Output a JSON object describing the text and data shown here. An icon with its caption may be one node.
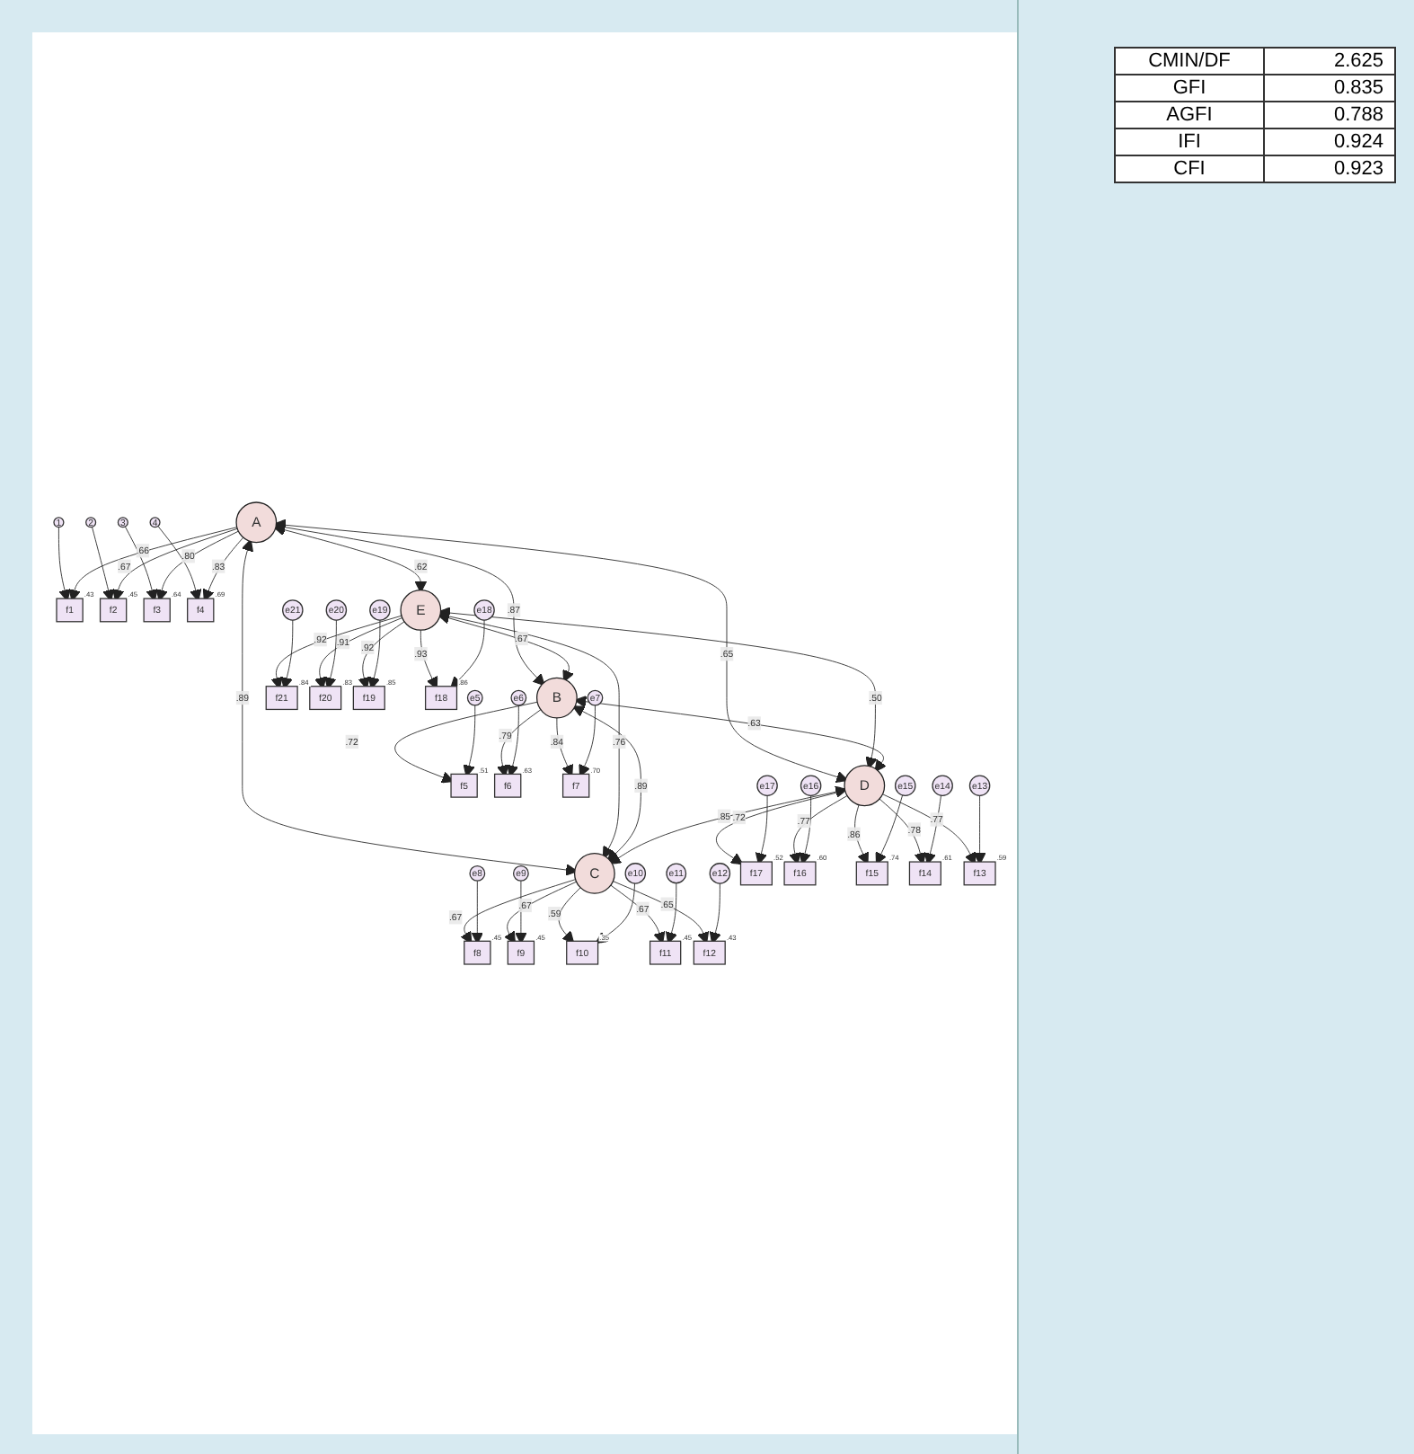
{
  "diagram": {
    "nodes": [
      {
        "text": [
          "1"
        ]
      },
      {
        "text": [
          "2"
        ]
      },
      {
        "text": [
          "3"
        ]
      },
      {
        "text": [
          "4"
        ]
      },
      {
        "text": [
          "f1"
        ],
        "beside": [
          ".43"
        ]
      },
      {
        "text": [
          "f2"
        ],
        "beside": [
          ".45"
        ]
      },
      {
        "text": [
          "f3"
        ],
        "beside": [
          ".64"
        ]
      },
      {
        "text": [
          "f4"
        ],
        "beside": [
          ".69"
        ]
      },
      {
        "text": [
          "A"
        ]
      },
      {
        "text": [
          "E"
        ]
      },
      {
        "text": [
          "B"
        ]
      },
      {
        "text": [
          "D"
        ]
      },
      {
        "text": [
          "C"
        ]
      },
      {
        "text": [
          "f21"
        ],
        "beside": [
          ".84"
        ]
      },
      {
        "text": [
          "f20"
        ],
        "beside": [
          ".83"
        ]
      },
      {
        "text": [
          "f19"
        ],
        "beside": [
          ".85"
        ]
      },
      {
        "text": [
          "f18"
        ],
        "beside": [
          ".86"
        ]
      },
      {
        "text": [
          "e21"
        ]
      },
      {
        "text": [
          "e20"
        ]
      },
      {
        "text": [
          "e19"
        ]
      },
      {
        "text": [
          "e18"
        ]
      },
      {
        "text": [
          "f5"
        ],
        "beside": [
          ".51"
        ]
      },
      {
        "text": [
          "f6"
        ],
        "beside": [
          ".63"
        ]
      },
      {
        "text": [
          "f7"
        ],
        "beside": [
          ".70"
        ]
      },
      {
        "text": [
          "e5"
        ]
      },
      {
        "text": [
          "e6"
        ]
      },
      {
        "text": [
          "e7"
        ]
      },
      {
        "text": [
          "f8"
        ],
        "beside": [
          ".45"
        ]
      },
      {
        "text": [
          "f9"
        ],
        "beside": [
          ".45"
        ]
      },
      {
        "text": [
          "f10"
        ],
        "beside": [
          ".35"
        ]
      },
      {
        "text": [
          "f11"
        ],
        "beside": [
          ".45"
        ]
      },
      {
        "text": [
          "f12"
        ],
        "beside": [
          ".43"
        ]
      },
      {
        "text": [
          "e8"
        ]
      },
      {
        "text": [
          "e9"
        ]
      },
      {
        "text": [
          "e10"
        ]
      },
      {
        "text": [
          "e11"
        ]
      },
      {
        "text": [
          "e12"
        ]
      },
      {
        "text": [
          "f17"
        ],
        "beside": [
          ".52"
        ]
      },
      {
        "text": [
          "f16"
        ],
        "beside": [
          ".60"
        ]
      },
      {
        "text": [
          "f15"
        ],
        "beside": [
          ".74"
        ]
      },
      {
        "text": [
          "f14"
        ],
        "beside": [
          ".61"
        ]
      },
      {
        "text": [
          "f13"
        ],
        "beside": [
          ".59"
        ]
      },
      {
        "text": [
          "e17"
        ]
      },
      {
        "text": [
          "e16"
        ]
      },
      {
        "text": [
          "e15"
        ]
      },
      {
        "text": [
          "e14"
        ]
      },
      {
        "text": [
          "e13"
        ]
      }
    ],
    "edges": [
      {
        "from": 0,
        "to": 4,
        "arrow": "to"
      },
      {
        "from": 1,
        "to": 5,
        "arrow": "to"
      },
      {
        "from": 2,
        "to": 6,
        "arrow": "to"
      },
      {
        "from": 3,
        "to": 7,
        "arrow": "to"
      },
      {
        "from": 8,
        "to": 4,
        "arrow": "to",
        "label": ".66"
      },
      {
        "from": 8,
        "to": 5,
        "arrow": "to",
        "label": ".67"
      },
      {
        "from": 8,
        "to": 6,
        "arrow": "to",
        "label": ".80"
      },
      {
        "from": 8,
        "to": 7,
        "arrow": "to",
        "label": ".83"
      },
      {
        "from": 8,
        "to": 9,
        "arrow": "both",
        "label": ".62"
      },
      {
        "from": 8,
        "to": 10,
        "arrow": "both",
        "label": ".87"
      },
      {
        "from": 9,
        "to": 10,
        "arrow": "both",
        "label": ".67"
      },
      {
        "from": 8,
        "to": 11,
        "arrow": "both",
        "label": ".65"
      },
      {
        "from": 8,
        "to": 12,
        "arrow": "both",
        "label": ".89"
      },
      {
        "from": 9,
        "to": 11,
        "arrow": "both",
        "label": ".50"
      },
      {
        "from": 9,
        "to": 12,
        "arrow": "both",
        "label": ".76"
      },
      {
        "from": 10,
        "to": 11,
        "arrow": "both",
        "label": ".63"
      },
      {
        "from": 10,
        "to": 12,
        "arrow": "both",
        "label": ".89"
      },
      {
        "from": 11,
        "to": 12,
        "arrow": "both",
        "label": ".85"
      },
      {
        "from": 9,
        "to": 13,
        "arrow": "to",
        "label": ".92"
      },
      {
        "from": 9,
        "to": 14,
        "arrow": "to",
        "label": ".91"
      },
      {
        "from": 9,
        "to": 15,
        "arrow": "to",
        "label": ".92"
      },
      {
        "from": 9,
        "to": 16,
        "arrow": "to",
        "label": ".93"
      },
      {
        "from": 17,
        "to": 13,
        "arrow": "to"
      },
      {
        "from": 18,
        "to": 14,
        "arrow": "to"
      },
      {
        "from": 19,
        "to": 15,
        "arrow": "to"
      },
      {
        "from": 20,
        "to": 16,
        "arrow": "to"
      },
      {
        "from": 10,
        "to": 21,
        "arrow": "to",
        "label": ".72"
      },
      {
        "from": 10,
        "to": 22,
        "arrow": "to",
        "label": ".79"
      },
      {
        "from": 10,
        "to": 23,
        "arrow": "to",
        "label": ".84"
      },
      {
        "from": 24,
        "to": 21,
        "arrow": "to"
      },
      {
        "from": 25,
        "to": 22,
        "arrow": "to"
      },
      {
        "from": 26,
        "to": 23,
        "arrow": "to"
      },
      {
        "from": 12,
        "to": 27,
        "arrow": "to",
        "label": ".67"
      },
      {
        "from": 12,
        "to": 28,
        "arrow": "to",
        "label": ".67"
      },
      {
        "from": 12,
        "to": 29,
        "arrow": "to",
        "label": ".59"
      },
      {
        "from": 12,
        "to": 30,
        "arrow": "to",
        "label": ".67"
      },
      {
        "from": 12,
        "to": 31,
        "arrow": "to",
        "label": ".65"
      },
      {
        "from": 32,
        "to": 27,
        "arrow": "to"
      },
      {
        "from": 33,
        "to": 28,
        "arrow": "to"
      },
      {
        "from": 34,
        "to": 29,
        "arrow": "to"
      },
      {
        "from": 35,
        "to": 30,
        "arrow": "to"
      },
      {
        "from": 36,
        "to": 31,
        "arrow": "to"
      },
      {
        "from": 11,
        "to": 37,
        "arrow": "to",
        "label": ".72"
      },
      {
        "from": 11,
        "to": 38,
        "arrow": "to",
        "label": ".77"
      },
      {
        "from": 11,
        "to": 39,
        "arrow": "to",
        "label": ".86"
      },
      {
        "from": 11,
        "to": 40,
        "arrow": "to",
        "label": ".78"
      },
      {
        "from": 11,
        "to": 41,
        "arrow": "to",
        "label": ".77"
      },
      {
        "from": 42,
        "to": 37,
        "arrow": "to"
      },
      {
        "from": 43,
        "to": 38,
        "arrow": "to"
      },
      {
        "from": 44,
        "to": 39,
        "arrow": "to"
      },
      {
        "from": 45,
        "to": 40,
        "arrow": "to"
      },
      {
        "from": 46,
        "to": 41,
        "arrow": "to"
      }
    ],
    "labels": [
      "CMIN/DF",
      "2.625",
      "GFI",
      "0.835",
      "AGFI",
      "0.788",
      "IFI",
      "0.924",
      "CFI",
      "0.923"
    ]
  }
}
